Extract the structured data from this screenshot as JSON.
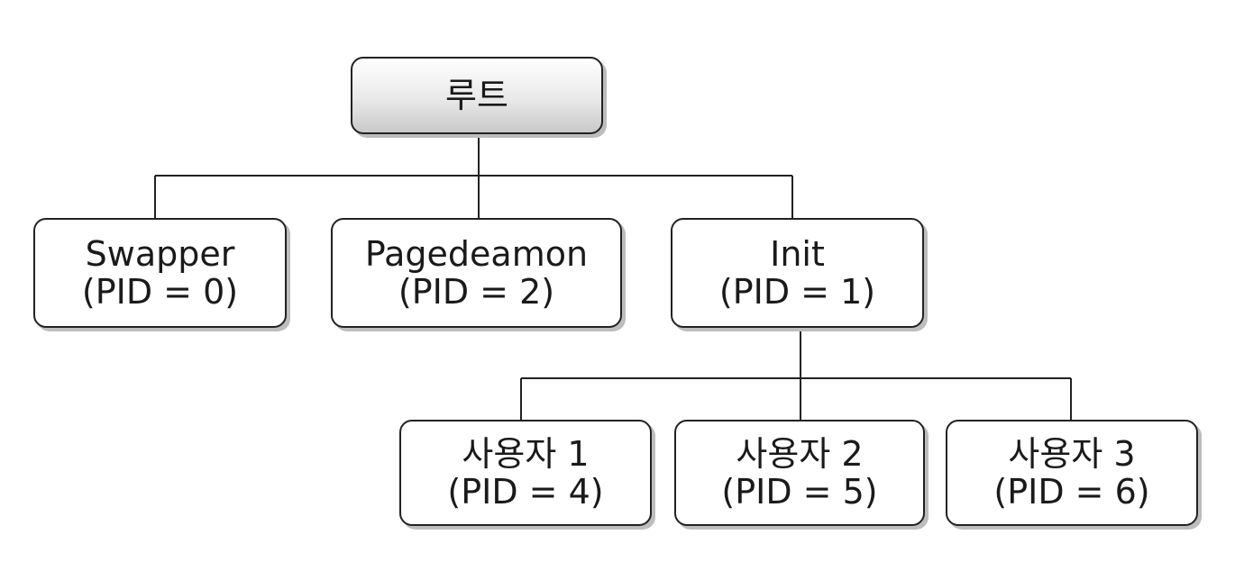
{
  "root": {
    "label": "루트"
  },
  "level1": [
    {
      "name": "Swapper",
      "pid": "(PID = 0)"
    },
    {
      "name": "Pagedeamon",
      "pid": "(PID = 2)"
    },
    {
      "name": "Init",
      "pid": "(PID = 1)"
    }
  ],
  "level2": [
    {
      "name": "사용자 1",
      "pid": "(PID = 4)"
    },
    {
      "name": "사용자 2",
      "pid": "(PID = 5)"
    },
    {
      "name": "사용자 3",
      "pid": "(PID = 6)"
    }
  ]
}
